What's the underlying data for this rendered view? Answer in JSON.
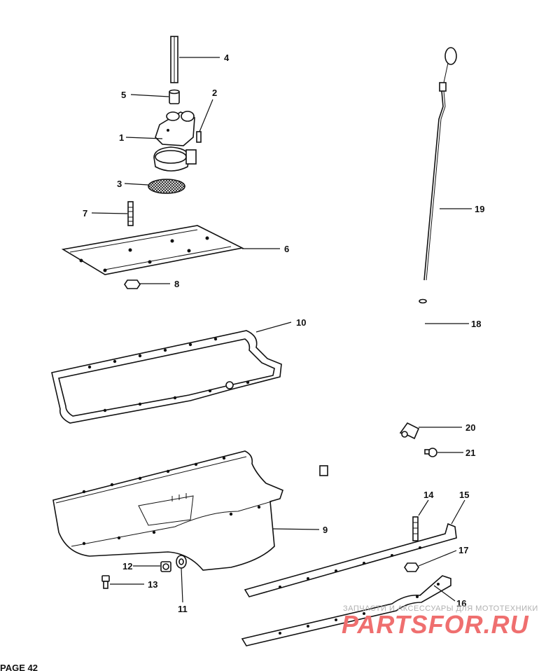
{
  "callouts": [
    {
      "id": "4",
      "text": "4"
    },
    {
      "id": "5",
      "text": "5"
    },
    {
      "id": "2",
      "text": "2"
    },
    {
      "id": "1",
      "text": "1"
    },
    {
      "id": "3",
      "text": "3"
    },
    {
      "id": "7",
      "text": "7"
    },
    {
      "id": "6",
      "text": "6"
    },
    {
      "id": "8",
      "text": "8"
    },
    {
      "id": "10",
      "text": "10"
    },
    {
      "id": "19",
      "text": "19"
    },
    {
      "id": "18",
      "text": "18"
    },
    {
      "id": "20",
      "text": "20"
    },
    {
      "id": "21",
      "text": "21"
    },
    {
      "id": "9",
      "text": "9"
    },
    {
      "id": "12",
      "text": "12"
    },
    {
      "id": "13",
      "text": "13"
    },
    {
      "id": "11",
      "text": "11"
    },
    {
      "id": "14",
      "text": "14"
    },
    {
      "id": "15",
      "text": "15"
    },
    {
      "id": "17",
      "text": "17"
    },
    {
      "id": "16",
      "text": "16"
    }
  ],
  "watermark": {
    "tagline": "ЗАПЧАСТИ И АКСЕССУАРЫ ДЛЯ МОТОТЕХНИКИ",
    "brand": "PARTSFOR.RU"
  },
  "footer": {
    "page": "PAGE 42"
  }
}
